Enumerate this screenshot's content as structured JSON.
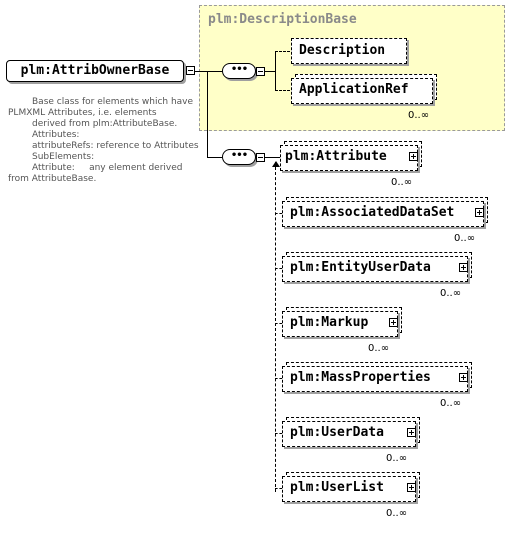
{
  "diagram": {
    "base_group": {
      "title": "plm:DescriptionBase"
    },
    "root": {
      "name": "plm:AttribOwnerBase",
      "documentation": [
        "Base class for elements which have",
        "PLMXML Attributes, i.e. elements",
        "derived from plm:AttributeBase.",
        "",
        "Attributes:",
        "",
        "attributeRefs: reference to Attributes",
        "",
        "SubElements:",
        "",
        "Attribute:     any element derived",
        "from AttributeBase."
      ]
    },
    "base_children": [
      {
        "name": "Description",
        "occurrence": ""
      },
      {
        "name": "ApplicationRef",
        "occurrence": "0..∞"
      }
    ],
    "choice_children": [
      {
        "name": "plm:Attribute",
        "occurrence": "0..∞"
      },
      {
        "name": "plm:AssociatedDataSet",
        "occurrence": "0..∞"
      },
      {
        "name": "plm:EntityUserData",
        "occurrence": "0..∞"
      },
      {
        "name": "plm:Markup",
        "occurrence": "0..∞"
      },
      {
        "name": "plm:MassProperties",
        "occurrence": "0..∞"
      },
      {
        "name": "plm:UserData",
        "occurrence": "0..∞"
      },
      {
        "name": "plm:UserList",
        "occurrence": "0..∞"
      }
    ]
  }
}
